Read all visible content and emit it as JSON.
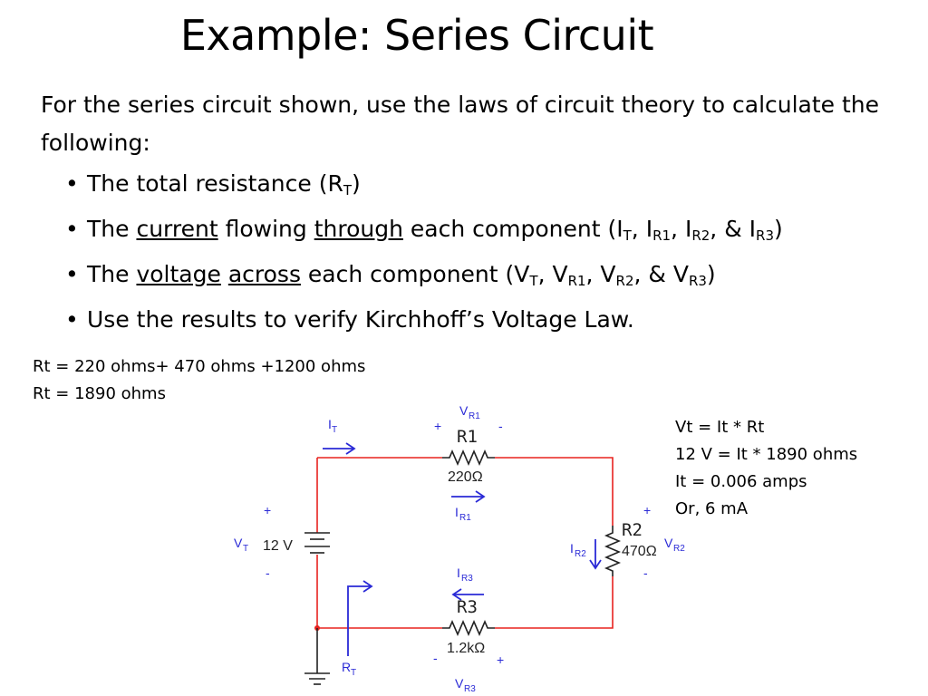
{
  "slide": {
    "title": "Example: Series Circuit",
    "intro": "For the series circuit shown, use the laws of circuit theory to calculate the following:",
    "bullets": {
      "b1": {
        "pre": "The total resistance (R",
        "sub": "T",
        "post": ")"
      },
      "b2": {
        "pre": "The ",
        "u1": "current",
        "mid1": " flowing ",
        "u2": "through",
        "mid2": " each component (I",
        "s1": "T",
        "t1": ", I",
        "s2": "R1",
        "t2": ", I",
        "s3": "R2",
        "t3": ", & I",
        "s4": "R3",
        "post": ")"
      },
      "b3": {
        "pre": "The ",
        "u1": "voltage",
        "mid1": " ",
        "u2": "across",
        "mid2": " each component (V",
        "s1": "T",
        "t1": ", V",
        "s2": "R1",
        "t2": ", V",
        "s3": "R2",
        "t3": ", & V",
        "s4": "R3",
        "post": ")"
      },
      "b4": {
        "text": "Use the results to verify Kirchhoff’s Voltage Law."
      }
    }
  },
  "calc_left": [
    "Rt = 220 ohms+ 470 ohms +1200 ohms",
    "Rt = 1890 ohms"
  ],
  "calc_right": [
    "Vt = It * Rt",
    "12 V = It * 1890 ohms",
    "It = 0.006 amps",
    "Or, 6 mA"
  ],
  "circuit": {
    "source": {
      "value": "12 V",
      "v_main": "V",
      "v_sub": "T",
      "plus": "+",
      "minus": "-"
    },
    "r1": {
      "name": "R1",
      "value": "220Ω",
      "v_main": "V",
      "v_sub": "R1",
      "i_main": "I",
      "i_sub": "R1",
      "plus": "+",
      "minus": "-"
    },
    "r2": {
      "name": "R2",
      "value": "470Ω",
      "v_main": "V",
      "v_sub": "R2",
      "i_main": "I",
      "i_sub": "R2",
      "plus": "+",
      "minus": "-"
    },
    "r3": {
      "name": "R3",
      "value": "1.2kΩ",
      "v_main": "V",
      "v_sub": "R3",
      "i_main": "I",
      "i_sub": "R3",
      "plus": "+",
      "minus": "-"
    },
    "it": {
      "main": "I",
      "sub": "T"
    },
    "rt": {
      "main": "R",
      "sub": "T"
    }
  },
  "colors": {
    "wire": "#e8231f",
    "annotation": "#2a2ad6",
    "component": "#222222"
  }
}
